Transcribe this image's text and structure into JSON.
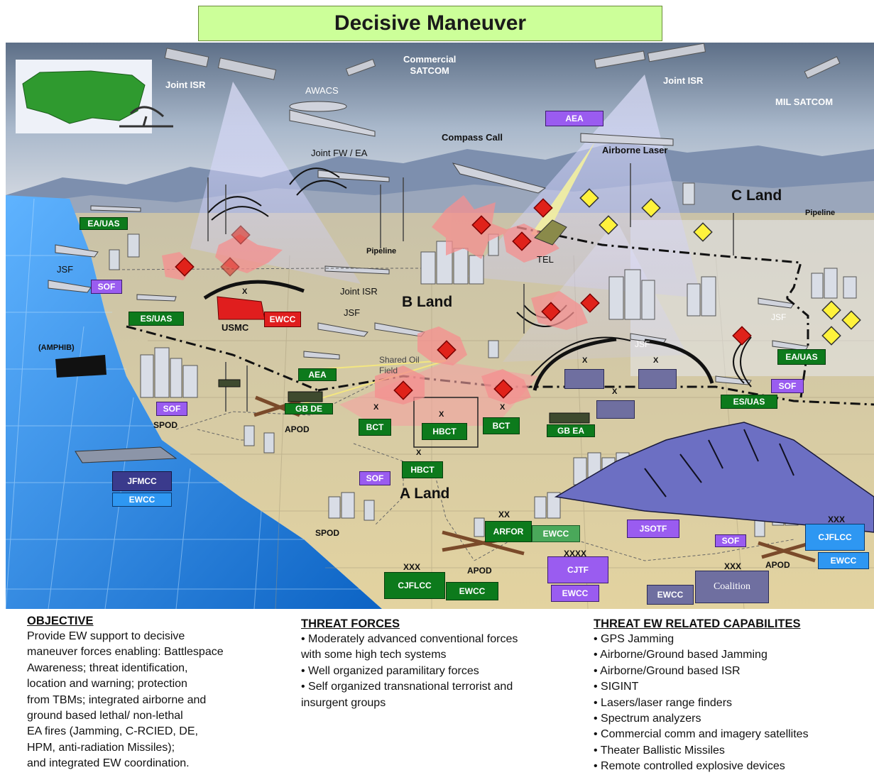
{
  "title": "Decisive Maneuver",
  "map": {
    "labels": {
      "joint_isr_left": "Joint ISR",
      "awacs": "AWACS",
      "commercial_satcom": "Commercial\nSATCOM",
      "joint_isr_right": "Joint ISR",
      "mil_satcom": "MIL SATCOM",
      "compass_call": "Compass Call",
      "airborne_laser": "Airborne Laser",
      "joint_fw_ea": "Joint FW / EA",
      "c_land": "C Land",
      "pipeline_right": "Pipeline",
      "pipeline_center": "Pipeline",
      "tel": "TEL",
      "jsf_left": "JSF",
      "joint_isr_center": "Joint ISR",
      "b_land": "B Land",
      "jsf_center": "JSF",
      "usmc": "USMC",
      "amphib": "(AMPHIB)",
      "jsf_right1": "JSF",
      "jsf_right2": "JSF",
      "shared_oil_field": "Shared Oil\nField",
      "spod_upper": "SPOD",
      "apod_upper": "APOD",
      "a_land": "A Land",
      "spod_lower": "SPOD",
      "apod_center": "APOD",
      "apod_right": "APOD",
      "xx": "XX",
      "xxxx": "XXXX",
      "xxx_left": "XXX",
      "xxx_center": "XXX",
      "xxx_right": "XXX",
      "x1": "X",
      "x2": "X",
      "x3": "X",
      "x4": "X",
      "x5": "X",
      "x6": "X",
      "x7": "X",
      "x8": "X"
    },
    "boxes": {
      "aea_top": "AEA",
      "ea_uas_left": "EA/UAS",
      "sof_left": "SOF",
      "es_uas_left": "ES/UAS",
      "ewcc_usmc": "EWCC",
      "aea_center": "AEA",
      "gb_de": "GB DE",
      "sof_spod": "SOF",
      "bct_left": "BCT",
      "hbct_top": "HBCT",
      "bct_right": "BCT",
      "gb_ea": "GB EA",
      "hbct_bottom": "HBCT",
      "sof_center": "SOF",
      "jfmcc": "JFMCC",
      "ewcc_jfmcc": "EWCC",
      "ea_uas_right": "EA/UAS",
      "sof_right": "SOF",
      "es_uas_right": "ES/UAS",
      "arfor": "ARFOR",
      "ewcc_arfor": "EWCC",
      "jsotf": "JSOTF",
      "sof_bottom": "SOF",
      "cjflcc_right": "CJFLCC",
      "ewcc_cjflcc_right": "EWCC",
      "cjtf": "CJTF",
      "ewcc_cjtf": "EWCC",
      "cjflcc_left": "CJFLCC",
      "ewcc_cjflcc_left": "EWCC",
      "ewcc_coalition": "EWCC",
      "coalition": "Coalition"
    }
  },
  "objective": {
    "heading": "OBJECTIVE",
    "lines": [
      "Provide EW support to decisive",
      "maneuver forces enabling: Battlespace",
      "Awareness; threat identification,",
      "location and warning; protection",
      "from TBMs; integrated airborne and",
      "ground based lethal/ non-lethal",
      "EA fires (Jamming, C-RCIED, DE,",
      "HPM, anti-radiation Missiles);",
      "and integrated EW coordination."
    ]
  },
  "threat_forces": {
    "heading": "THREAT FORCES",
    "lines": [
      "• Moderately advanced conventional forces",
      "with some high tech systems",
      "• Well organized paramilitary forces",
      "• Self organized transnational terrorist and",
      "insurgent groups"
    ]
  },
  "threat_ew": {
    "heading": "THREAT EW RELATED CAPABILITES",
    "lines": [
      "• GPS Jamming",
      "• Airborne/Ground based Jamming",
      "• Airborne/Ground based ISR",
      "• SIGINT",
      "• Lasers/laser range finders",
      "• Spectrum analyzers",
      "• Commercial comm and imagery satellites",
      "• Theater Ballistic Missiles",
      "• Remote controlled explosive devices"
    ]
  },
  "colors": {
    "title_bg": "#ccff99",
    "friendly_unit": "#0d7a1c",
    "sof_unit": "#9a5cf0",
    "coalition_unit": "#2e97f2",
    "threat_marker": "#e0221a",
    "target_marker": "#ffee33",
    "sea": "#1f7fd6",
    "land": "#d8c79a"
  }
}
